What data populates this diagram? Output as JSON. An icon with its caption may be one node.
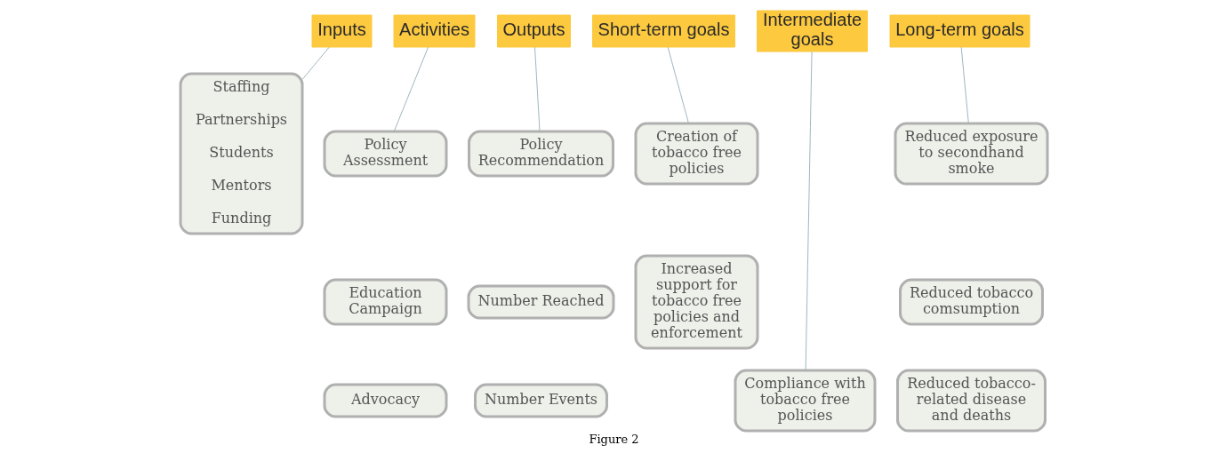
{
  "diagram": {
    "caption": "Figure 2",
    "nodes": [
      {
        "text": [
          "Inputs"
        ]
      },
      {
        "text": [
          "Activities"
        ]
      },
      {
        "text": [
          "Outputs"
        ]
      },
      {
        "text": [
          "Short-term goals"
        ]
      },
      {
        "text": [
          "Intermediate goals"
        ]
      },
      {
        "text": [
          "Long-term goals"
        ]
      },
      {
        "text": [
          "Staffing",
          "Partnerships",
          "Students",
          "Mentors",
          "Funding"
        ]
      },
      {
        "text": [
          "Policy Assessment"
        ]
      },
      {
        "text": [
          "Education Campaign"
        ]
      },
      {
        "text": [
          "Advocacy"
        ]
      },
      {
        "text": [
          "Policy Recommendation"
        ]
      },
      {
        "text": [
          "Number Reached"
        ]
      },
      {
        "text": [
          "Number Events"
        ]
      },
      {
        "text": [
          "Creation of tobacco free policies"
        ]
      },
      {
        "text": [
          "Increased support for tobacco free policies and enforcement"
        ]
      },
      {
        "text": [
          "Compliance with tobacco free policies"
        ]
      },
      {
        "text": [
          "Reduced exposure to secondhand smoke"
        ]
      },
      {
        "text": [
          "Reduced tobacco comsumption"
        ]
      },
      {
        "text": [
          "Reduced tobacco-related disease and deaths"
        ]
      }
    ],
    "edges": [
      {
        "from": 0,
        "to": 6,
        "arrow": "none"
      },
      {
        "from": 1,
        "to": 7,
        "arrow": "none"
      },
      {
        "from": 2,
        "to": 10,
        "arrow": "none"
      },
      {
        "from": 3,
        "to": 13,
        "arrow": "none"
      },
      {
        "from": 4,
        "to": 15,
        "arrow": "none"
      },
      {
        "from": 5,
        "to": 16,
        "arrow": "none"
      }
    ]
  }
}
